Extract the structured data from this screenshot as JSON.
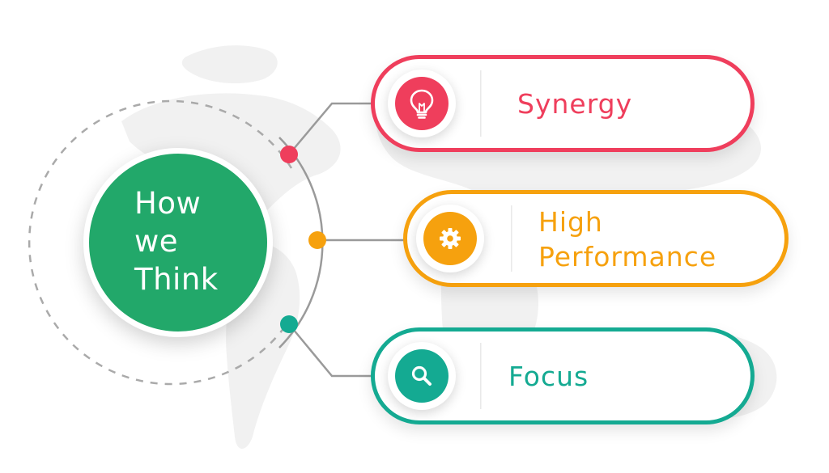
{
  "center": {
    "label": "How\nwe\nThink",
    "color": "#22a86a"
  },
  "items": [
    {
      "label": "Synergy",
      "icon": "lightbulb-icon",
      "color": "#ef3e5c"
    },
    {
      "label": "High\nPerformance",
      "icon": "gear-icon",
      "color": "#f6a10e"
    },
    {
      "label": "Focus",
      "icon": "search-icon",
      "color": "#14aa92"
    }
  ],
  "colors": {
    "connector": "#9a9a9a",
    "dashed_ring": "#aaaaaa",
    "map": "#f1f1f1"
  }
}
